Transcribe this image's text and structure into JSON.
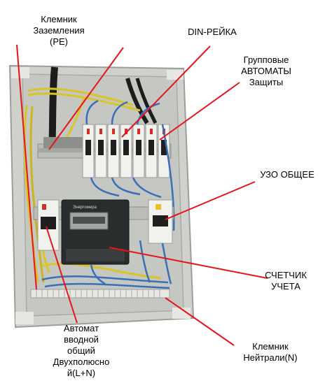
{
  "labels": {
    "ground_terminal": [
      "Клемник",
      "Заземления",
      "(PE)"
    ],
    "din_rail": [
      "DIN-РЕЙКА"
    ],
    "group_breakers": [
      "Групповые",
      "АВТОМАТЫ",
      "Защиты"
    ],
    "rcd": [
      "УЗО ОБЩЕЕ"
    ],
    "meter": [
      "СЧЕТЧИК",
      "УЧЕТА"
    ],
    "main_breaker": [
      "Автомат",
      "вводной",
      "общий",
      "Двухполюсно",
      "й(L+N)"
    ],
    "neutral_terminal": [
      "Клемник",
      "Нейтрали(N)"
    ]
  },
  "colors": {
    "pointer_line": "#e8141c",
    "enclosure": "#d9dbd6",
    "wire_yellow": "#d9c52a",
    "wire_blue": "#3a6fb8",
    "wire_black": "#1c1c1c",
    "meter_body": "#2a2d2e"
  },
  "meter_brand": "Энергомера"
}
